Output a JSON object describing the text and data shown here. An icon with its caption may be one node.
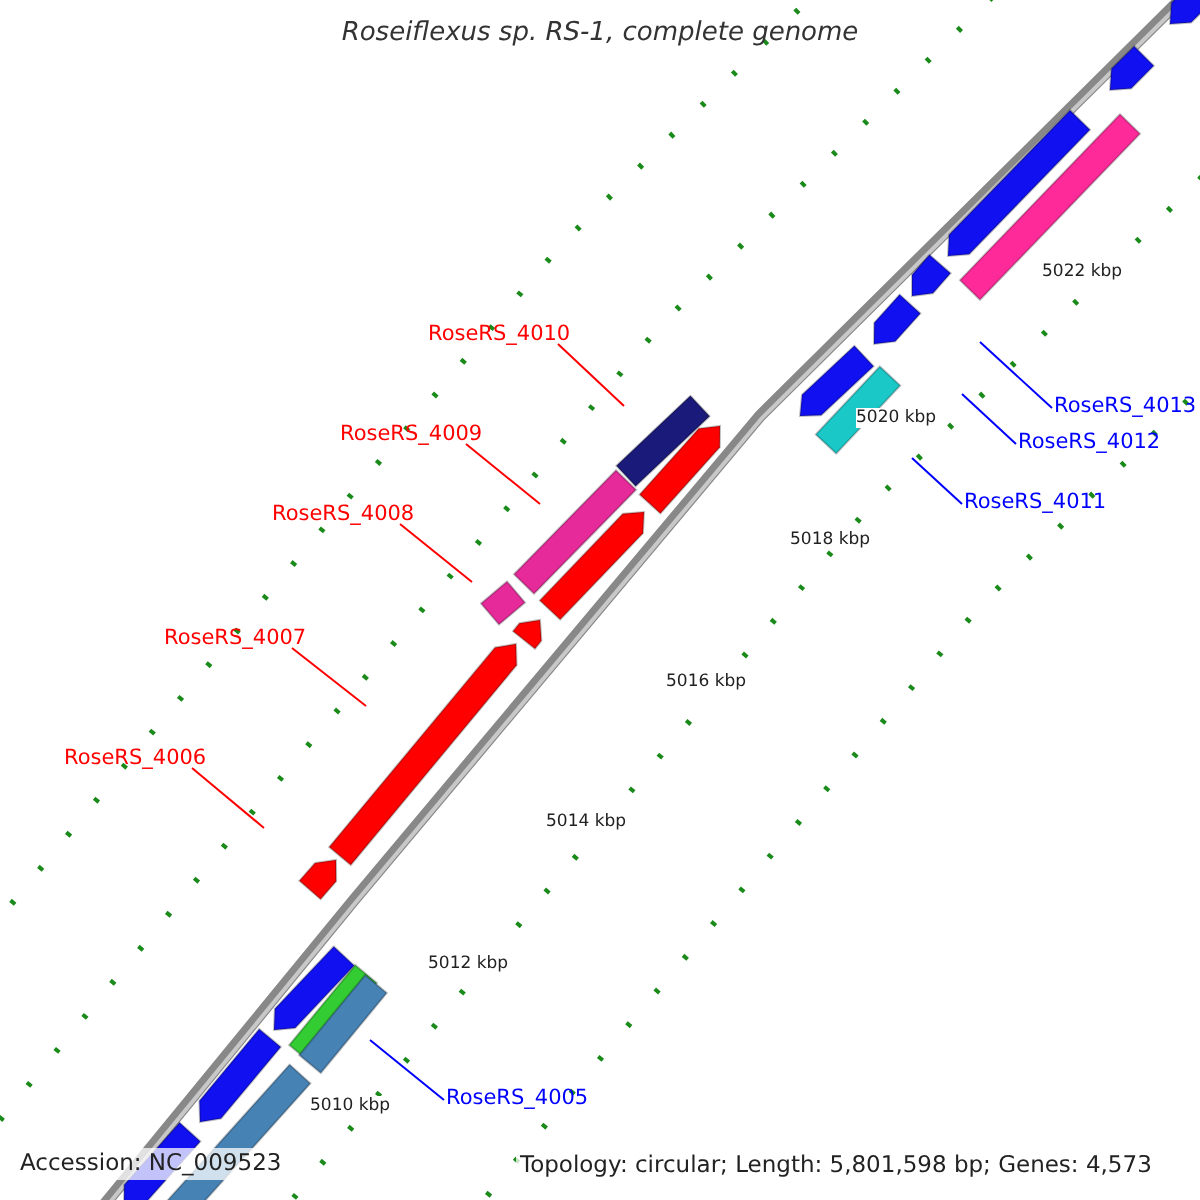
{
  "diagram": {
    "title": "Roseiflexus sp. RS-1, complete genome",
    "nodes": [
      {
        "text": [
          "RoseRS_4010"
        ]
      },
      {
        "text": [
          "RoseRS_4013"
        ]
      },
      {
        "text": [
          "RoseRS_4009"
        ]
      },
      {
        "text": [
          "RoseRS_4012"
        ]
      },
      {
        "text": [
          "RoseRS_4011"
        ]
      },
      {
        "text": [
          "RoseRS_4008"
        ]
      },
      {
        "text": [
          "RoseRS_4007"
        ]
      },
      {
        "text": [
          "RoseRS_4006"
        ]
      },
      {
        "text": [
          "RoseRS_4005"
        ]
      }
    ],
    "edges": [
      {
        "from": 0,
        "to": null,
        "arrow": "none"
      },
      {
        "from": 1,
        "to": null,
        "arrow": "none",
        "color": "#0000ff"
      },
      {
        "from": 2,
        "to": null,
        "arrow": "none"
      },
      {
        "from": 3,
        "to": null,
        "arrow": "none",
        "color": "#0000ff"
      },
      {
        "from": 4,
        "to": null,
        "arrow": "none",
        "color": "#0000ff"
      },
      {
        "from": 5,
        "to": null,
        "arrow": "none"
      },
      {
        "from": 6,
        "to": null,
        "arrow": "none"
      },
      {
        "from": 7,
        "to": null,
        "arrow": "none"
      },
      {
        "from": 8,
        "to": null,
        "arrow": "none",
        "color": "#0000ff"
      }
    ],
    "labels": [
      "5022 kbp",
      "5020 kbp",
      "5018 kbp",
      "5016 kbp",
      "5014 kbp",
      "5012 kbp",
      "5010 kbp",
      "Accession: NC_009523",
      "Topology: circular; Length: 5,801,598 bp; Genes: 4,573"
    ]
  }
}
